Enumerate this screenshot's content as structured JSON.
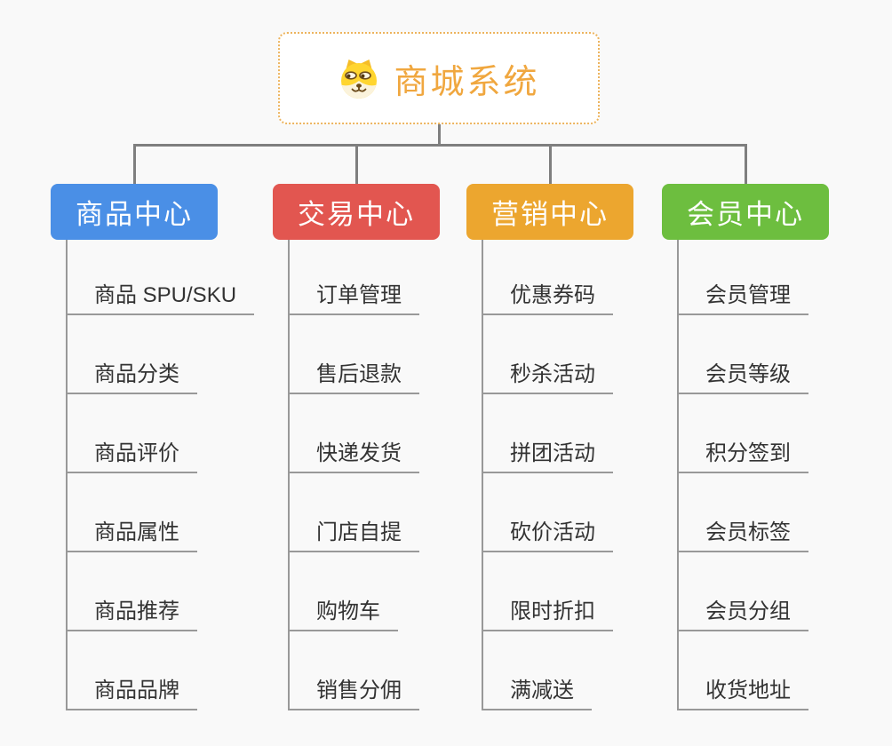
{
  "canvas": {
    "background": "#f9f9f9"
  },
  "root": {
    "title": "商城系统",
    "icon": "dog-face-icon",
    "text_color": "#f0a73f",
    "border_color": "#edb45e",
    "background": "#ffffff"
  },
  "connectors": {
    "tree_line_color": "#7f7f7f",
    "child_line_color": "#999999"
  },
  "child_text_color": "#333333",
  "branches": [
    {
      "label": "商品中心",
      "color": "#4a8fe6",
      "children": [
        "商品 SPU/SKU",
        "商品分类",
        "商品评价",
        "商品属性",
        "商品推荐",
        "商品品牌"
      ]
    },
    {
      "label": "交易中心",
      "color": "#e25650",
      "children": [
        "订单管理",
        "售后退款",
        "快递发货",
        "门店自提",
        "购物车",
        "销售分佣"
      ]
    },
    {
      "label": "营销中心",
      "color": "#eca62f",
      "children": [
        "优惠券码",
        "秒杀活动",
        "拼团活动",
        "砍价活动",
        "限时折扣",
        "满减送"
      ]
    },
    {
      "label": "会员中心",
      "color": "#6dbe3f",
      "children": [
        "会员管理",
        "会员等级",
        "积分签到",
        "会员标签",
        "会员分组",
        "收货地址"
      ]
    }
  ]
}
